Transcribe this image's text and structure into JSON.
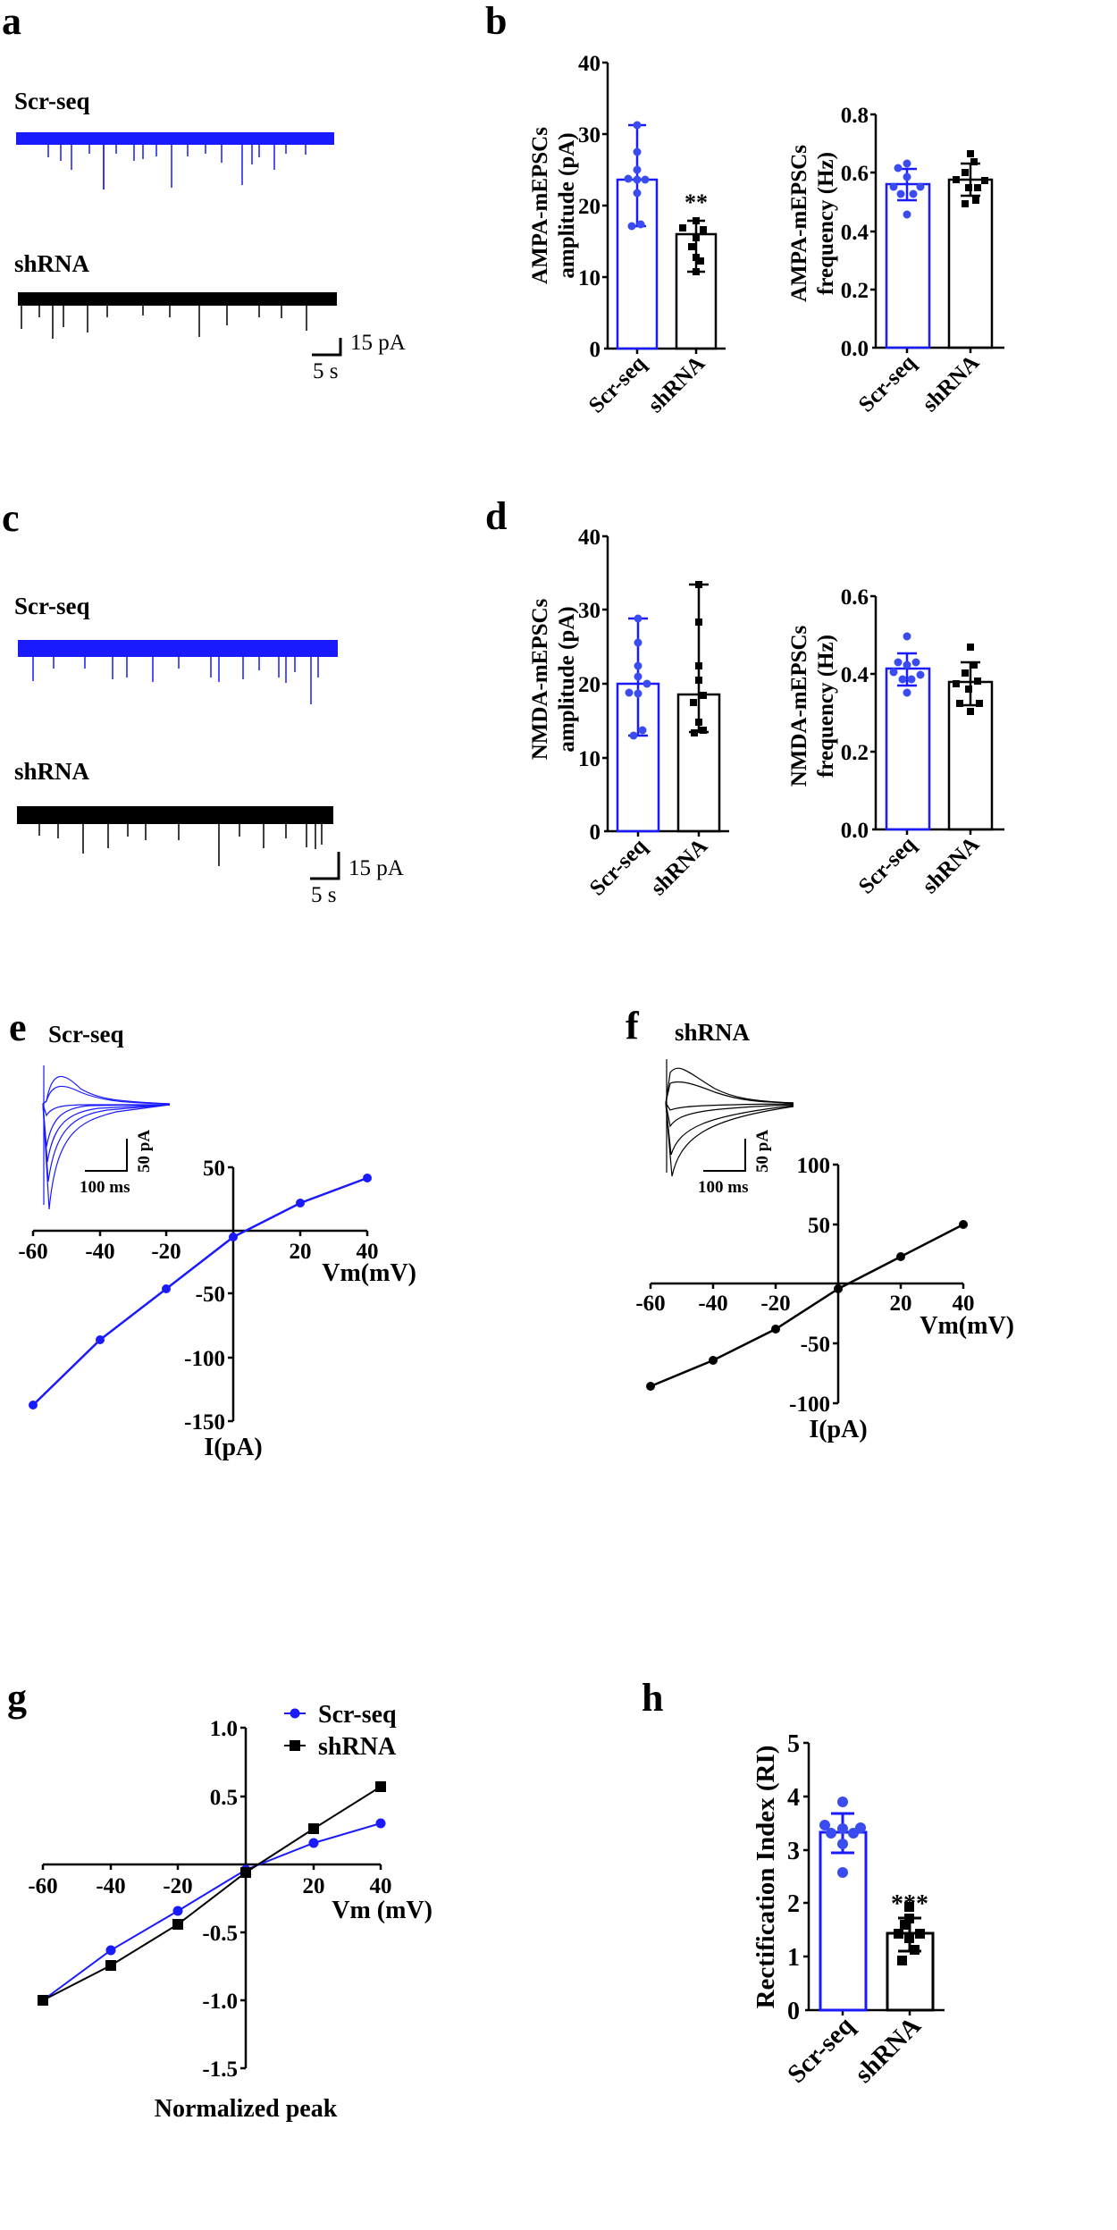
{
  "figure": {
    "panels": {
      "a": {
        "letter": "a",
        "trace_labels": [
          "Scr-seq",
          "shRNA"
        ],
        "scale_y": "15 pA",
        "scale_x": "5 s"
      },
      "b": {
        "letter": "b"
      },
      "c": {
        "letter": "c",
        "trace_labels": [
          "Scr-seq",
          "shRNA"
        ],
        "scale_y": "15 pA",
        "scale_x": "5 s"
      },
      "d": {
        "letter": "d"
      },
      "e": {
        "letter": "e",
        "title": "Scr-seq",
        "inset_scale_y": "50 pA",
        "inset_scale_x": "100 ms"
      },
      "f": {
        "letter": "f",
        "title": "shRNA",
        "inset_scale_y": "50 pA",
        "inset_scale_x": "100 ms"
      },
      "g": {
        "letter": "g"
      },
      "h": {
        "letter": "h"
      }
    },
    "colors": {
      "scr": "#1a1aff",
      "shrna": "#000000",
      "scr_points": "#3a4cf0"
    }
  },
  "chart_data": [
    {
      "id": "b-amplitude",
      "type": "bar",
      "title": "",
      "ylabel": "AMPA-mEPSCs amplitude (pA)",
      "categories": [
        "Scr-seq",
        "shRNA"
      ],
      "values": [
        23.5,
        16.0
      ],
      "error": [
        [
          17.0,
          31.2
        ],
        [
          10.8,
          17.8
        ]
      ],
      "points": [
        [
          31.2,
          27.5,
          25.0,
          23.8,
          23.5,
          21.7,
          17.0,
          17.2
        ],
        [
          17.8,
          17.0,
          16.8,
          15.5,
          14.0,
          12.0,
          10.8,
          16.0
        ]
      ],
      "ylim": [
        0,
        40
      ],
      "yticks": [
        0,
        10,
        20,
        30,
        40
      ],
      "annotation": "**"
    },
    {
      "id": "b-frequency",
      "type": "bar",
      "ylabel": "AMPA-mEPSCs frequency (Hz)",
      "categories": [
        "Scr-seq",
        "shRNA"
      ],
      "values": [
        0.56,
        0.58
      ],
      "error": [
        [
          0.51,
          0.62
        ],
        [
          0.52,
          0.63
        ]
      ],
      "points": [
        [
          0.63,
          0.62,
          0.59,
          0.55,
          0.55,
          0.54,
          0.52,
          0.46
        ],
        [
          0.67,
          0.64,
          0.61,
          0.58,
          0.58,
          0.55,
          0.52,
          0.5,
          0.5
        ]
      ],
      "ylim": [
        0,
        0.8
      ],
      "yticks": [
        "0.0",
        "0.2",
        "0.4",
        "0.6",
        "0.8"
      ]
    },
    {
      "id": "d-amplitude",
      "type": "bar",
      "ylabel": "NMDA-mEPSCs amplitude (pA)",
      "categories": [
        "Scr-seq",
        "shRNA"
      ],
      "values": [
        20.0,
        18.6
      ],
      "error": [
        [
          13.0,
          28.9
        ],
        [
          13.5,
          33.5
        ]
      ],
      "points": [
        [
          28.9,
          25.7,
          22.4,
          21.0,
          20.0,
          18.7,
          18.7,
          13.8,
          13.0
        ],
        [
          33.5,
          28.3,
          22.4,
          20.5,
          18.6,
          17.5,
          14.9,
          13.8,
          13.4
        ]
      ],
      "ylim": [
        0,
        40
      ],
      "yticks": [
        0,
        10,
        20,
        30,
        40
      ]
    },
    {
      "id": "d-frequency",
      "type": "bar",
      "ylabel": "NMDA-mEPSCs frequency (Hz)",
      "categories": [
        "Scr-seq",
        "shRNA"
      ],
      "values": [
        0.41,
        0.38
      ],
      "error": [
        [
          0.37,
          0.45
        ],
        [
          0.32,
          0.43
        ]
      ],
      "points": [
        [
          0.49,
          0.42,
          0.42,
          0.4,
          0.4,
          0.4,
          0.39,
          0.36
        ],
        [
          0.47,
          0.43,
          0.4,
          0.38,
          0.38,
          0.37,
          0.33,
          0.33,
          0.31
        ]
      ],
      "ylim": [
        0,
        0.6
      ],
      "yticks": [
        "0.0",
        "0.2",
        "0.4",
        "0.6"
      ]
    },
    {
      "id": "e-iv",
      "type": "line",
      "title": "Scr-seq",
      "xlabel": "Vm(mV)",
      "ylabel": "I(pA)",
      "x": [
        -60,
        -40,
        -20,
        0,
        20,
        40
      ],
      "values": [
        -137,
        -87,
        -46,
        -5,
        22,
        41
      ],
      "xticks": [
        -60,
        -40,
        -20,
        20,
        40
      ],
      "yticks": [
        50,
        -50,
        -100,
        -150
      ],
      "xlim": [
        -60,
        40
      ],
      "ylim": [
        -150,
        50
      ]
    },
    {
      "id": "f-iv",
      "type": "line",
      "title": "shRNA",
      "xlabel": "Vm(mV)",
      "ylabel": "I(pA)",
      "x": [
        -60,
        -40,
        -20,
        0,
        20,
        40
      ],
      "values": [
        -86,
        -64,
        -38,
        -4,
        23,
        50
      ],
      "xticks": [
        -60,
        -40,
        -20,
        20,
        40
      ],
      "yticks": [
        100,
        50,
        -50,
        -100
      ],
      "xlim": [
        -60,
        40
      ],
      "ylim": [
        -100,
        100
      ]
    },
    {
      "id": "g-normalized",
      "type": "line",
      "xlabel": "Vm (mV)",
      "ylabel": "Normalized peak",
      "x": [
        -60,
        -40,
        -20,
        0,
        20,
        40
      ],
      "series": [
        {
          "name": "Scr-seq",
          "values": [
            -1.0,
            -0.63,
            -0.34,
            -0.04,
            0.16,
            0.3
          ],
          "marker": "circle"
        },
        {
          "name": "shRNA",
          "values": [
            -1.0,
            -0.74,
            -0.44,
            -0.06,
            0.26,
            0.57
          ],
          "marker": "square"
        }
      ],
      "xticks": [
        -60,
        -40,
        -20,
        20,
        40
      ],
      "yticks": [
        "1.0",
        "0.5",
        "-0.5",
        "-1.0",
        "-1.5"
      ],
      "xlim": [
        -60,
        40
      ],
      "ylim": [
        -1.5,
        1.0
      ],
      "legend_position": "upper right"
    },
    {
      "id": "h-rectification",
      "type": "bar",
      "ylabel": "Rectification Index (RI)",
      "categories": [
        "Scr-seq",
        "shRNA"
      ],
      "values": [
        3.32,
        1.44
      ],
      "error": [
        [
          2.93,
          3.67
        ],
        [
          1.1,
          1.72
        ]
      ],
      "points": [
        [
          3.89,
          3.46,
          3.38,
          3.38,
          3.31,
          3.3,
          3.1,
          2.59
        ],
        [
          1.92,
          1.7,
          1.6,
          1.42,
          1.42,
          1.4,
          1.12,
          0.93
        ]
      ],
      "ylim": [
        0,
        5
      ],
      "yticks": [
        0,
        1,
        2,
        3,
        4,
        5
      ],
      "annotation": "***"
    }
  ]
}
